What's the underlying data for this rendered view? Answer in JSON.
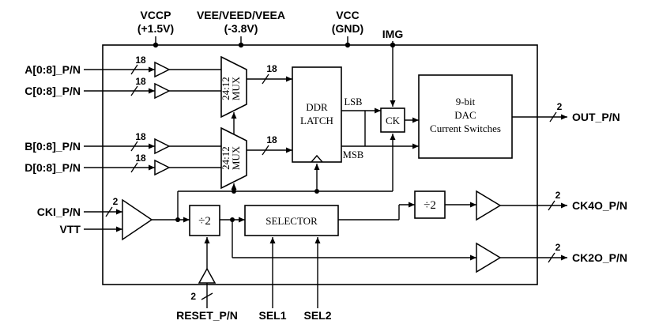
{
  "colors": {
    "ink": "#000000",
    "bg": "#ffffff"
  },
  "power_pins": {
    "vccp": {
      "name": "VCCP",
      "value": "(+1.5V)"
    },
    "vee": {
      "name": "VEE/VEED/VEEA",
      "value": "(-3.8V)"
    },
    "vcc": {
      "name": "VCC",
      "value": "(GND)"
    },
    "img": {
      "name": "IMG"
    }
  },
  "inputs": {
    "a": "A[0:8]_P/N",
    "c": "C[0:8]_P/N",
    "b": "B[0:8]_P/N",
    "d": "D[0:8]_P/N",
    "cki": "CKI_P/N",
    "vtt": "VTT",
    "reset": "RESET_P/N",
    "sel1": "SEL1",
    "sel2": "SEL2"
  },
  "outputs": {
    "out": "OUT_P/N",
    "ck4o": "CK4O_P/N",
    "ck2o": "CK2O_P/N"
  },
  "blocks": {
    "mux": {
      "line1": "24:12",
      "line2": "MUX"
    },
    "ddr_latch": {
      "line1": "DDR",
      "line2": "LATCH"
    },
    "ck": "CK",
    "dac": {
      "line1": "9-bit",
      "line2": "DAC",
      "line3": "Current Switches"
    },
    "divider": "÷2",
    "selector": "SELECTOR"
  },
  "signal_labels": {
    "lsb": "LSB",
    "msb": "MSB"
  },
  "bus_widths": {
    "data": "18",
    "clock": "2"
  }
}
